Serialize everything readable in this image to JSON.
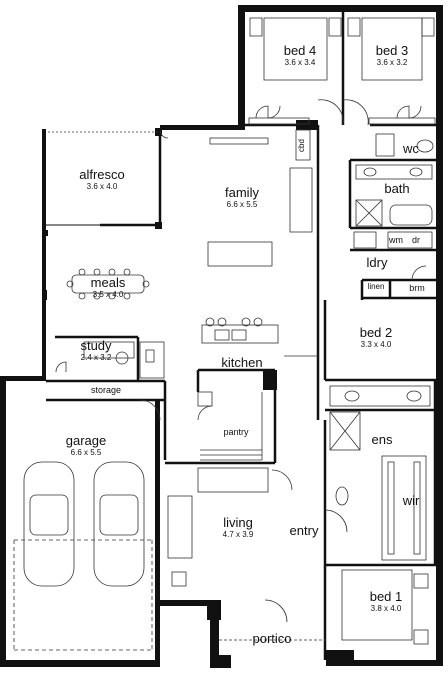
{
  "rooms": {
    "bed4": {
      "name": "bed 4",
      "dim": "3.6 x 3.4"
    },
    "bed3": {
      "name": "bed 3",
      "dim": "3.6 x 3.2"
    },
    "cbd": {
      "name": "cbd"
    },
    "wc": {
      "name": "wc"
    },
    "bath": {
      "name": "bath"
    },
    "wm": {
      "name": "wm"
    },
    "dr": {
      "name": "dr"
    },
    "ldry": {
      "name": "ldry"
    },
    "linen": {
      "name": "linen"
    },
    "brm": {
      "name": "brm"
    },
    "alfresco": {
      "name": "alfresco",
      "dim": "3.6 x 4.0"
    },
    "family": {
      "name": "family",
      "dim": "6.6 x 5.5"
    },
    "meals": {
      "name": "meals",
      "dim": "3.5 x 4.0"
    },
    "study": {
      "name": "study",
      "dim": "2.4 x 3.2"
    },
    "kitchen": {
      "name": "kitchen"
    },
    "bed2": {
      "name": "bed 2",
      "dim": "3.3 x 4.0"
    },
    "storage": {
      "name": "storage"
    },
    "pantry": {
      "name": "pantry"
    },
    "garage": {
      "name": "garage",
      "dim": "6.6 x 5.5"
    },
    "ens": {
      "name": "ens"
    },
    "wir": {
      "name": "wir"
    },
    "living": {
      "name": "living",
      "dim": "4.7 x 3.9"
    },
    "entry": {
      "name": "entry"
    },
    "bed1": {
      "name": "bed 1",
      "dim": "3.8 x 4.0"
    },
    "portico": {
      "name": "portico"
    }
  }
}
